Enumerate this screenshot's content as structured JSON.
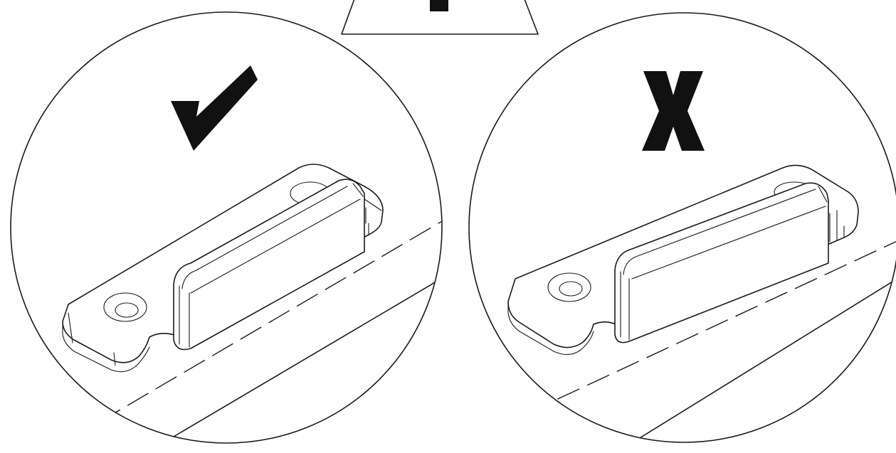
{
  "diagram": {
    "warning_sign": {
      "symbol": "warning-triangle"
    },
    "panels": [
      {
        "id": "correct",
        "verdict_icon": "check-mark-icon",
        "meaning": "correct"
      },
      {
        "id": "incorrect",
        "verdict_icon": "x-mark-icon",
        "meaning": "incorrect"
      }
    ],
    "colors": {
      "ink": "#111111",
      "background": "#ffffff"
    }
  }
}
